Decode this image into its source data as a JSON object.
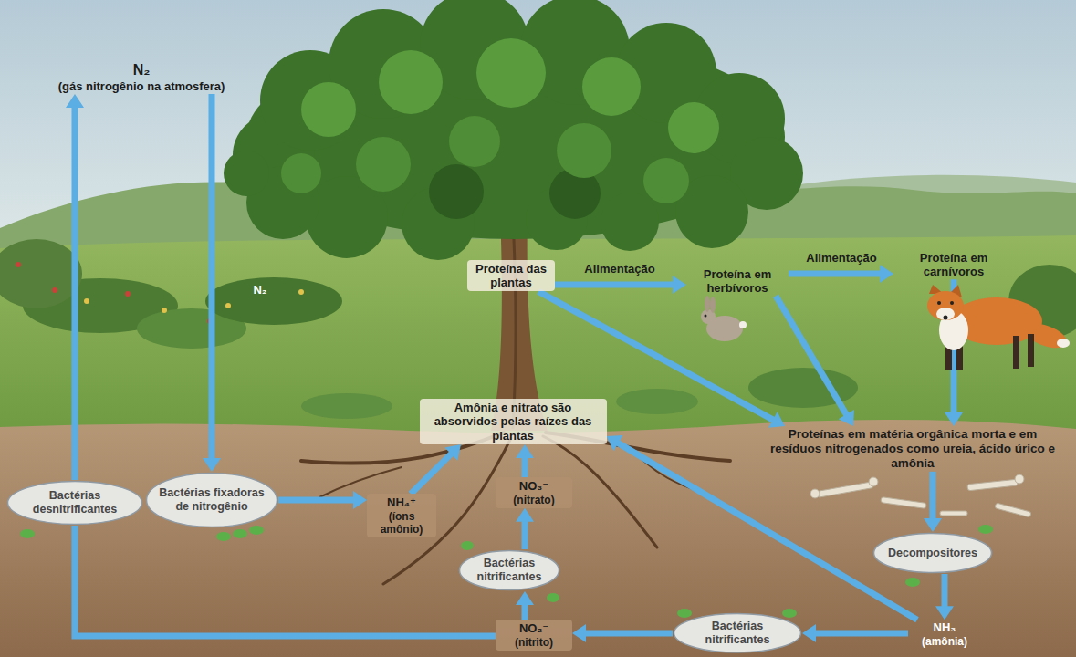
{
  "diagram": {
    "nodes": [
      {
        "text": [
          "N₂",
          "(gás nitrogênio na atmosfera)"
        ]
      },
      {
        "text": [
          "Proteína das plantas"
        ]
      },
      {
        "text": [
          "Proteína em herbívoros"
        ]
      },
      {
        "text": [
          "Proteína em carnívoros"
        ]
      },
      {
        "text": [
          "Amônia e nitrato são absorvidos pelas raízes das plantas"
        ]
      },
      {
        "text": [
          "Proteínas em matéria orgânica morta e em resíduos nitrogenados como ureia, ácido úrico e amônia"
        ]
      },
      {
        "text": [
          "Bactérias desnitrificantes"
        ]
      },
      {
        "text": [
          "Bactérias fixadoras de nitrogênio"
        ]
      },
      {
        "text": [
          "NH₄⁺",
          "(íons amônio)"
        ]
      },
      {
        "text": [
          "NO₃⁻",
          "(nitrato)"
        ]
      },
      {
        "text": [
          "Bactérias nitrificantes"
        ]
      },
      {
        "text": [
          "Decompositores"
        ]
      },
      {
        "text": [
          "NO₂⁻",
          "(nitrito)"
        ]
      },
      {
        "text": [
          "Bactérias nitrificantes"
        ]
      },
      {
        "text": [
          "NH₃",
          "(amônia)"
        ]
      }
    ],
    "edges": [
      {
        "from": 0,
        "to": 7,
        "arrow": "to"
      },
      {
        "from": 7,
        "to": 8,
        "arrow": "to"
      },
      {
        "from": 8,
        "to": 4,
        "arrow": "to"
      },
      {
        "from": 9,
        "to": 4,
        "arrow": "to"
      },
      {
        "from": 10,
        "to": 9,
        "arrow": "to"
      },
      {
        "from": 12,
        "to": 10,
        "arrow": "to"
      },
      {
        "from": 1,
        "to": 2,
        "label": "Alimentação",
        "arrow": "to"
      },
      {
        "from": 2,
        "to": 3,
        "label": "Alimentação",
        "arrow": "to"
      },
      {
        "from": 1,
        "to": 5,
        "arrow": "to"
      },
      {
        "from": 2,
        "to": 5,
        "arrow": "to"
      },
      {
        "from": 3,
        "to": 5,
        "arrow": "to"
      },
      {
        "from": 5,
        "to": 11,
        "arrow": "to"
      },
      {
        "from": 11,
        "to": 14,
        "arrow": "to"
      },
      {
        "from": 14,
        "to": 13,
        "arrow": "to"
      },
      {
        "from": 13,
        "to": 12,
        "arrow": "to"
      },
      {
        "from": 14,
        "to": 4,
        "arrow": "to"
      },
      {
        "from": 12,
        "to": 6,
        "arrow": "none"
      },
      {
        "from": 6,
        "to": 0,
        "arrow": "to"
      }
    ],
    "labels": [
      "N₂"
    ]
  }
}
